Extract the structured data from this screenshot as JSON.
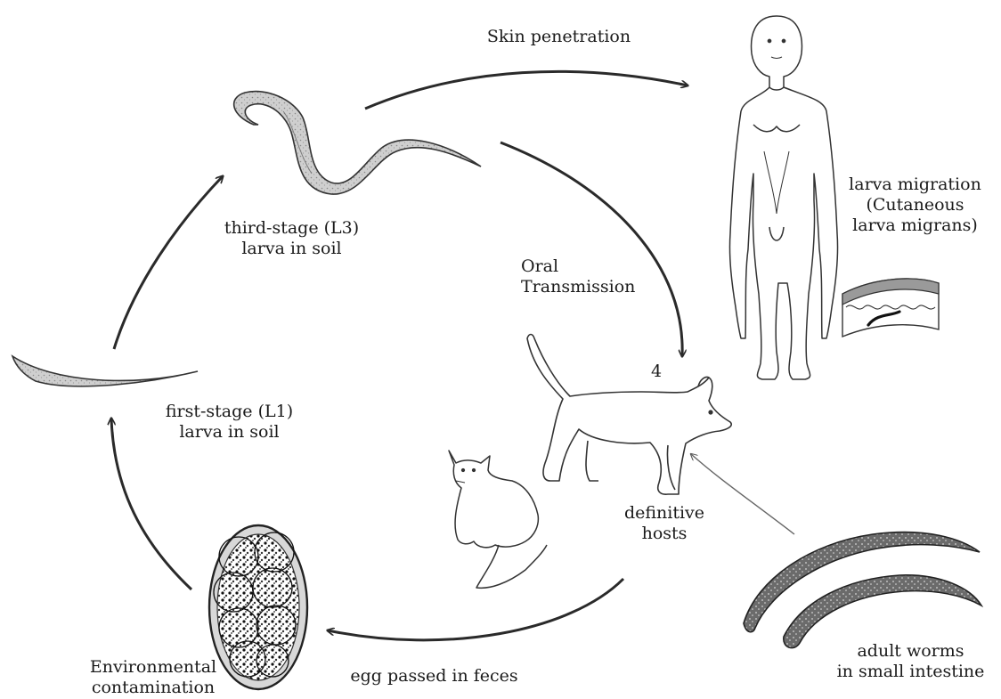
{
  "labels": {
    "skin_penetration": "Skin penetration",
    "third_stage": "third-stage (L3)\nlarva in soil",
    "oral_transmission": "Oral\nTransmission",
    "larva_migration": "larva migration\n(Cutaneous\nlarva migrans)",
    "first_stage": "first-stage (L1)\nlarva in soil",
    "step_number": "4",
    "definitive_hosts": "definitive\nhosts",
    "environmental": "Environmental\ncontamination",
    "egg_passed": "egg passed in feces",
    "adult_worms": "adult worms\nin small intestine"
  },
  "colors": {
    "ink": "#1a1a1a",
    "arrow": "#2a2a2a",
    "larva_fill": "#cfcfcf",
    "egg_shell": "#d8d8d8",
    "worm_fill": "#6b6b6b",
    "skin_fill": "#9a9a9a"
  },
  "icons": [
    "human-figure-icon",
    "dog-icon",
    "cat-icon",
    "egg-icon",
    "l1-larva-icon",
    "l3-larva-icon",
    "adult-worms-icon",
    "skin-section-icon"
  ]
}
